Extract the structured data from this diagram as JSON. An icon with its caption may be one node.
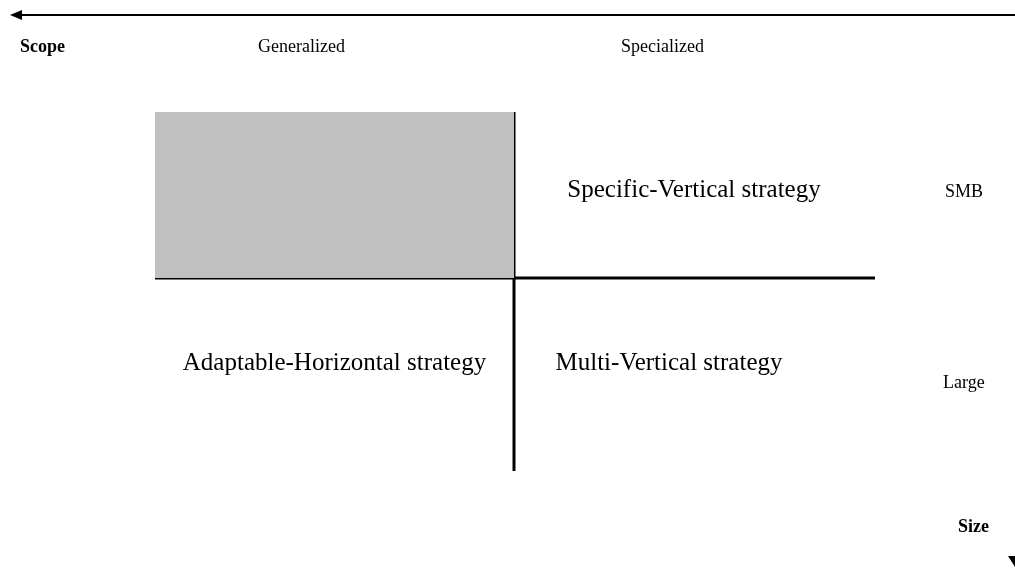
{
  "diagram": {
    "nodes": [
      {
        "text": [],
        "shape": "box"
      },
      {
        "text": [
          "Specific-Vertical strategy"
        ]
      },
      {
        "text": [
          "Adaptable-Horizontal strategy"
        ]
      },
      {
        "text": [
          "Multi-Vertical strategy"
        ]
      }
    ],
    "labels": [
      "Scope",
      "Generalized",
      "Specialized",
      "SMB",
      "Large",
      "Size"
    ]
  }
}
